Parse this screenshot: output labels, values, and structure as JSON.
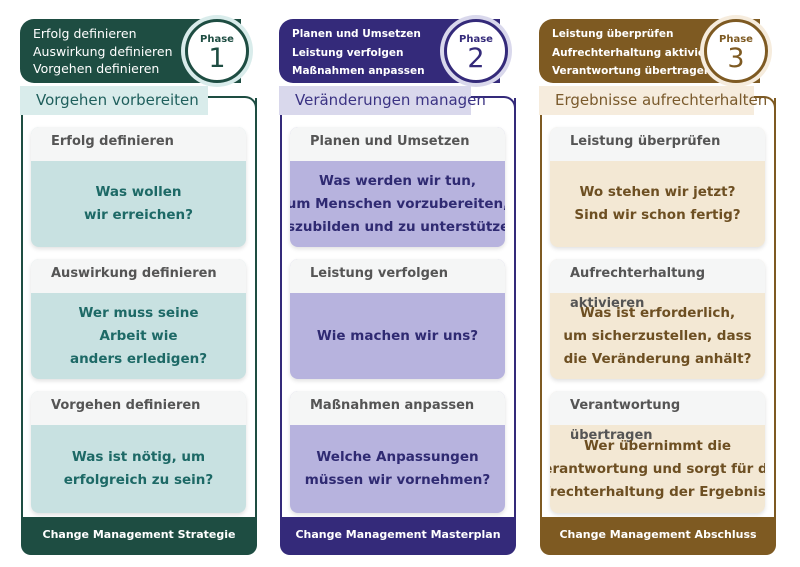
{
  "phases": [
    {
      "header_lines": [
        "Erfolg definieren",
        "Auswirkung definieren",
        "Vorgehen definieren"
      ],
      "badge_label": "Phase",
      "badge_number": "1",
      "title": "Vorgehen vorbereiten",
      "cards": [
        {
          "heading": "Erfolg definieren",
          "lines": [
            "Was wollen",
            "wir erreichen?"
          ]
        },
        {
          "heading": "Auswirkung definieren",
          "lines": [
            "Wer muss seine",
            "Arbeit wie",
            "anders erledigen?"
          ]
        },
        {
          "heading": "Vorgehen definieren",
          "lines": [
            "Was ist nötig, um",
            "erfolgreich zu sein?"
          ]
        }
      ],
      "footer": "Change Management Strategie"
    },
    {
      "header_lines": [
        "Planen und Umsetzen",
        "Leistung verfolgen",
        "Maßnahmen anpassen"
      ],
      "badge_label": "Phase",
      "badge_number": "2",
      "title": "Veränderungen managen",
      "cards": [
        {
          "heading": "Planen und Umsetzen",
          "lines": [
            "Was werden wir tun,",
            "um Menschen vorzubereiten,",
            "auszubilden und zu unterstützen?"
          ]
        },
        {
          "heading": "Leistung verfolgen",
          "lines": [
            "Wie machen wir uns?"
          ]
        },
        {
          "heading": "Maßnahmen anpassen",
          "lines": [
            "Welche Anpassungen",
            "müssen wir vornehmen?"
          ]
        }
      ],
      "footer": "Change Management Masterplan"
    },
    {
      "header_lines": [
        "Leistung überprüfen",
        "Aufrechterhaltung aktivieren",
        "Verantwortung übertragen"
      ],
      "badge_label": "Phase",
      "badge_number": "3",
      "title": "Ergebnisse aufrechterhalten",
      "cards": [
        {
          "heading": "Leistung überprüfen",
          "lines": [
            "Wo stehen wir jetzt?",
            "Sind wir schon fertig?"
          ]
        },
        {
          "heading": "Aufrechterhaltung aktivieren",
          "lines": [
            "Was ist erforderlich,",
            "um sicherzustellen, dass",
            "die Veränderung anhält?"
          ]
        },
        {
          "heading": "Verantwortung übertragen",
          "lines": [
            "Wer übernimmt die",
            "Verantwortung und sorgt für die",
            "Aufrechterhaltung der Ergebnisse?"
          ]
        }
      ],
      "footer": "Change Management Abschluss"
    }
  ],
  "colors": {
    "phase1": {
      "dark": "#1e4d42",
      "title_bg": "#d9eceb",
      "title_text": "#1f5f5c",
      "body_bg": "#c8e1e1",
      "body_text": "#1d6966"
    },
    "phase2": {
      "dark": "#342a7a",
      "title_bg": "#d9d8ec",
      "title_text": "#3b3383",
      "body_bg": "#b7b3de",
      "body_text": "#2f2a72"
    },
    "phase3": {
      "dark": "#7e5a22",
      "title_bg": "#f6ecdd",
      "title_text": "#7a5a2c",
      "body_bg": "#f3e8d4",
      "body_text": "#6d4f22"
    }
  }
}
